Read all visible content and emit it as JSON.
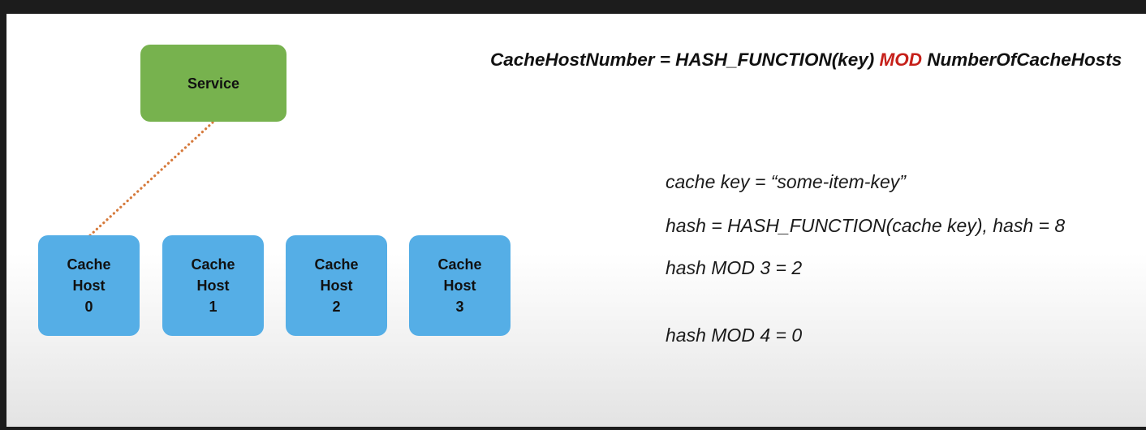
{
  "formula": {
    "left": "CacheHostNumber = HASH_FUNCTION(key)",
    "operator": "MOD",
    "right": "NumberOfCacheHosts",
    "operator_color": "#c6201a"
  },
  "service": {
    "label": "Service",
    "color": "#77b24e"
  },
  "hosts": [
    {
      "line1": "Cache",
      "line2": "Host",
      "line3": "0"
    },
    {
      "line1": "Cache",
      "line2": "Host",
      "line3": "1"
    },
    {
      "line1": "Cache",
      "line2": "Host",
      "line3": "2"
    },
    {
      "line1": "Cache",
      "line2": "Host",
      "line3": "3"
    }
  ],
  "host_color": "#55aee6",
  "connector_color": "#d67a3c",
  "explanation": [
    "cache key = “some-item-key”",
    "hash = HASH_FUNCTION(cache key), hash = 8",
    "hash MOD 3 = 2",
    "hash MOD 4 = 0"
  ]
}
